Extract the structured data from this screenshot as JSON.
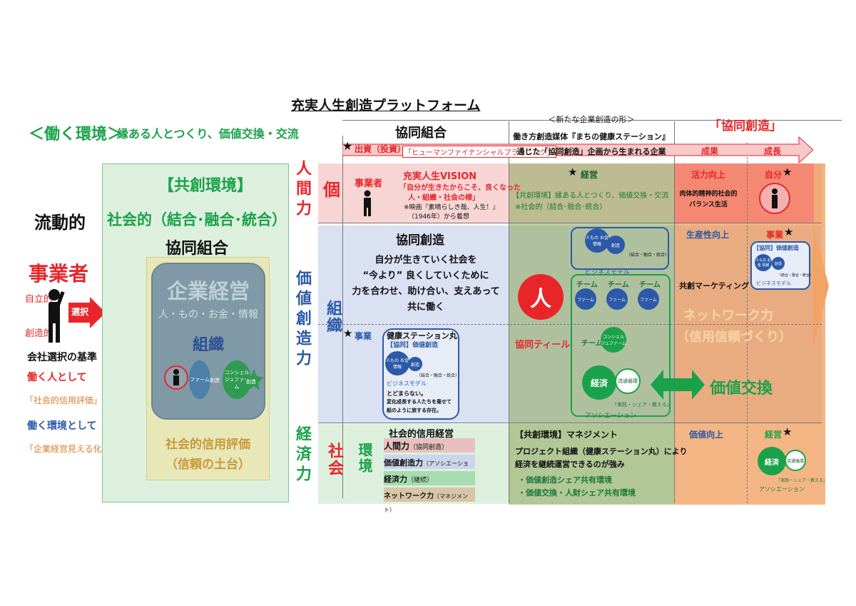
{
  "header": {
    "platform": "充実人生創造プラットフォーム",
    "env_title": "＜働く環境＞",
    "env_sub": "縁ある人とつくり、価値交換・交流"
  },
  "left": {
    "fluid": "流動的",
    "jigyosha": "事業者",
    "jiritsu": "自立的",
    "sozo": "創造的",
    "sentaku": "選択",
    "kaisha": "会社",
    "kijun": "会社選択の基準",
    "hataraku_hito": "働く人として",
    "shakaiteki_shinyo": "「社会的信用評価」",
    "hataraku_kankyo": "働く環境として",
    "kigyo_mieru": "「企業経営見える化」"
  },
  "kyoso": {
    "title": "【共創環境】",
    "sub": "社会的（結合･融合･統合）",
    "kumiai": "協同組合",
    "kigyo_keiei": "企業経営",
    "resources": "人・もの・お金・情報",
    "soshiki": "組織",
    "farm": "ファーム",
    "sozo": "創造",
    "concierge": "コンシェルジュファーム",
    "sozo2": "創造",
    "hyoka": "社会的信用評価",
    "dodai": "（信頼の土台）"
  },
  "power_labels": {
    "ningen": "人間力",
    "kachi": "価値創造力",
    "keizai": "経済力"
  },
  "rows": {
    "ko": "個",
    "soshiki": "組織",
    "shakai": "社会"
  },
  "topbar": {
    "kumiai": "協同組合",
    "katachi": "＜新たな企業創造の形＞",
    "baitai": "働き方創造媒体『まちの健康ステーション』",
    "tsujita": "通じた「協同創造」企画から生まれる企業",
    "kyodo_sozo": "「協同創造」",
    "shusshi": "出資（投資）",
    "hfp": "「ヒューマンファイナンシャルプランニング」",
    "seika": "成果",
    "seicho": "成長"
  },
  "ko_row": {
    "jigyosha": "事業者",
    "vision": "充実人生VISION",
    "q1": "「自分が生きたからこそ、良くなった",
    "q2": "人・組織・社会の様」",
    "movie": "※映画『素晴らしき哉、人生！』",
    "year": "（1946年）から着想",
    "keiei": "経営",
    "kyoso_line": "【共創環境】縁ある人とつくり、価値交換・交流",
    "shakai_line": "※社会的（結合･融合･統合）",
    "katsuryoku": "活力向上",
    "balance1": "肉体的精神的社会的",
    "balance2": "バランス生活",
    "jibun": "自分"
  },
  "soshiki_row": {
    "title": "協同創造",
    "l1": "自分が生きていく社会を",
    "l2": "“今より” 良くしていくために",
    "l3": "力を合わせ、助け合い、支えあって",
    "l4": "共に働く",
    "jigyo": "事業",
    "station": "健康ステーション丸",
    "kachi_sozo": "【協同】価値創造",
    "hito_mono": "人もの お金 情報",
    "sozo": "創造",
    "ketsugo": "（結合・融合・統合）",
    "bm": "ビジネスモデル",
    "todomaranai": "とどまらない。",
    "henka1": "変化成長する人たちを乗せて",
    "henka2": "船のように旅する存在。",
    "hito": "人",
    "teal": "協同ティール",
    "team": "チーム",
    "farm": "ファーム",
    "concierge_farm": "コンシェルジュファーム",
    "keizai": "経済",
    "ryutsu": "流通循環",
    "jissen": "「実践・シェア・教える」",
    "association": "アソシエーション",
    "kachi_kokan": "価値交換",
    "seisansei": "生産性向上",
    "marketing": "共創マーケティング",
    "network": "ネットワーク力",
    "shinrai": "（信用信頼づくり）",
    "jigyo2": "事業"
  },
  "shakai_row": {
    "kankyo": "環境",
    "shinyo_keiei": "社会的信用経営",
    "p1": "人間力",
    "p1s": "（協同創造）",
    "p2": "価値創造力",
    "p2s": "（アソシエーション）",
    "p3": "経済力",
    "p3s": "（継続）",
    "p4": "ネットワーク力",
    "p4s": "（マネジメント）",
    "mgmt": "【共創環境】マネジメント",
    "m1": "プロジェクト組織（健康ステーション丸）により",
    "m2": "経済を継続運営できるのが強み",
    "m3": "・価値創造シェア共有環境",
    "m4": "・価値交換・人財シェア共有環境",
    "kachi_kojo": "価値向上",
    "keiei": "経営",
    "keizai": "経済",
    "ryutsu": "流通循環",
    "jissen": "「実践・シェア・教える」",
    "association": "アソシエーション"
  },
  "colors": {
    "green": "#1aa24a",
    "red": "#e8262a",
    "blue": "#2c5aa8",
    "orange": "#e07a28",
    "pink_bg": "#f8d5d5",
    "blue_bg": "#d9e1f3",
    "green_bg": "#ddf0de",
    "olive": "#9aa86a",
    "orange_bg": "#f2a366"
  }
}
